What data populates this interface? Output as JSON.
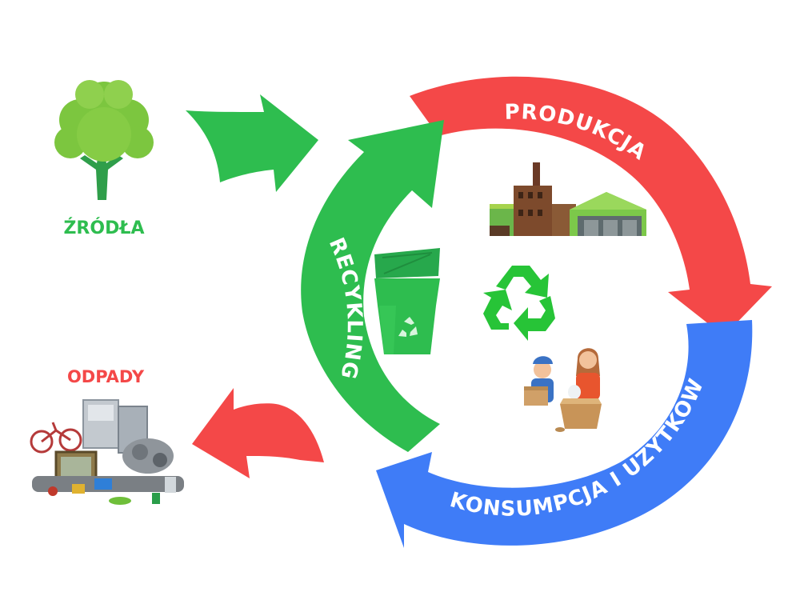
{
  "labels": {
    "sources": "ŹRÓDŁA",
    "waste": "ODPADY",
    "production": "PRODUKCJA",
    "consumption": "KONSUMPCJA I UŻYTKOWANIE",
    "recycling": "RECYKLING"
  },
  "colors": {
    "green": "#2ebd4f",
    "red": "#f44848",
    "blue": "#3f7cf7",
    "green_text": "#2ebd4f",
    "red_text": "#f44848",
    "recycle_symbol": "#27c437"
  },
  "icons": [
    "tree-icon",
    "factory-icon",
    "recycling-bin-icon",
    "recycle-symbol-icon",
    "people-with-boxes-icon",
    "junk-pile-icon"
  ]
}
